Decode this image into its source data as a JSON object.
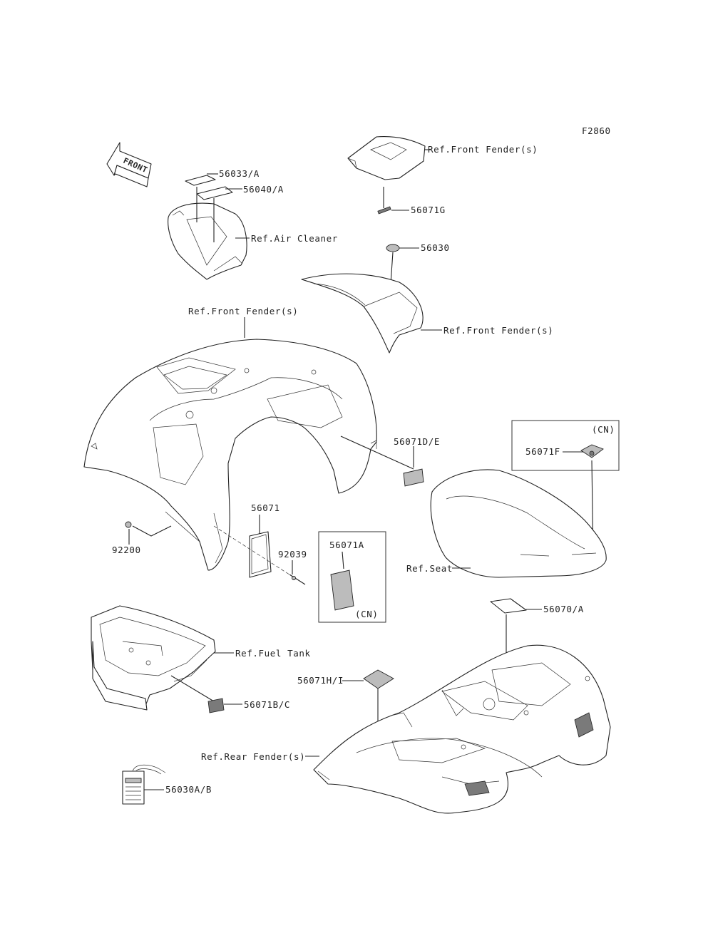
{
  "figure": {
    "code": "F2860",
    "front_label": "FRONT"
  },
  "callouts": {
    "p56033A": "56033/A",
    "p56040A": "56040/A",
    "ref_air_cleaner": "Ref.Air Cleaner",
    "ref_front_fender_top": "Ref.Front Fender(s)",
    "p56071G": "56071G",
    "p56030": "56030",
    "ref_front_fender_mid": "Ref.Front Fender(s)",
    "ref_front_fender_main": "Ref.Front Fender(s)",
    "p56071DE": "56071D/E",
    "p56071": "56071",
    "p92200": "92200",
    "p92039": "92039",
    "p56071A": "56071A",
    "cn_1": "(CN)",
    "cn_2": "(CN)",
    "p56071F": "56071F",
    "ref_seat": "Ref.Seat",
    "p56070A": "56070/A",
    "ref_fuel_tank": "Ref.Fuel Tank",
    "p56071HI": "56071H/I",
    "p56071BC": "56071B/C",
    "ref_rear_fender": "Ref.Rear Fender(s)",
    "p56030AB": "56030A/B"
  }
}
